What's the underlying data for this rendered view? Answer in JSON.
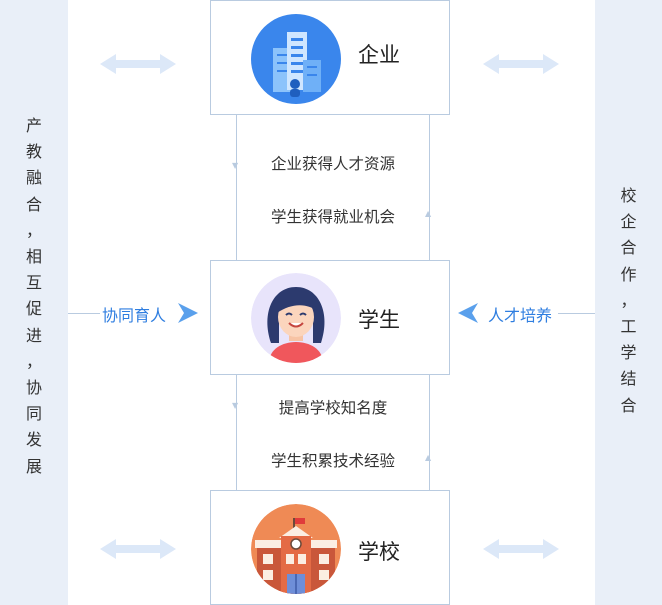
{
  "left_column": {
    "chars": [
      "产",
      "教",
      "融",
      "合",
      "，",
      "相",
      "互",
      "促",
      "进",
      "，",
      "协",
      "同",
      "发",
      "展"
    ]
  },
  "right_column": {
    "chars": [
      "校",
      "企",
      "合",
      "作",
      "，",
      "工",
      "学",
      "结",
      "合"
    ]
  },
  "nodes": {
    "enterprise": {
      "label": "企业",
      "icon": "office-buildings-icon"
    },
    "student": {
      "label": "学生",
      "icon": "student-avatar-icon"
    },
    "school": {
      "label": "学校",
      "icon": "school-building-icon"
    }
  },
  "links": {
    "enterprise_student": [
      "企业获得人才资源",
      "学生获得就业机会"
    ],
    "student_school": [
      "提高学校知名度",
      "学生积累技术经验"
    ]
  },
  "side_labels": {
    "left": "协同育人",
    "right": "人才培养"
  },
  "colors": {
    "side_bg": "#e9eff8",
    "border": "#b9cbe0",
    "accent": "#2f7ee0"
  }
}
